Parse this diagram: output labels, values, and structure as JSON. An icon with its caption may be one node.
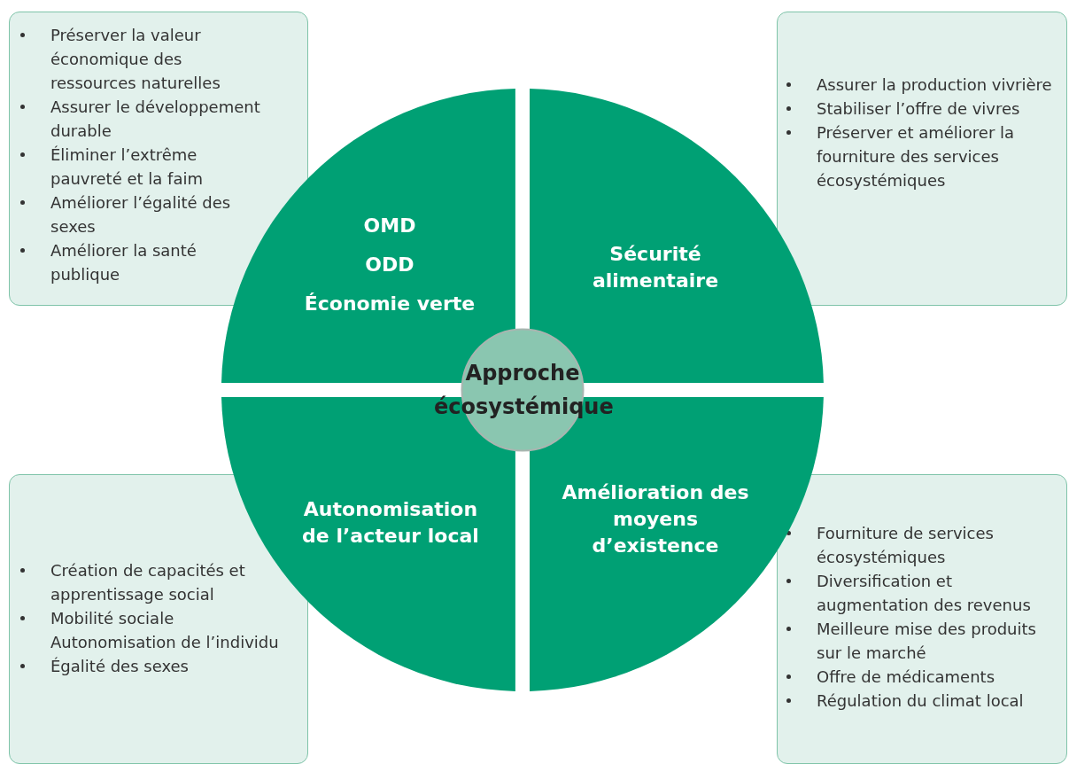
{
  "diagram": {
    "nodes": [
      {
        "text": [
          "Préserver la valeur économique des ressources naturelles",
          "Assurer le développement durable",
          "Éliminer l’extrême pauvreté et la faim",
          "Améliorer l’égalité des sexes",
          "Améliorer la santé publique"
        ]
      },
      {
        "text": [
          "Assurer la production vivrière",
          "Stabiliser l’offre de vivres",
          "Préserver et améliorer la fourniture des services écosystémiques"
        ]
      },
      {
        "text": [
          "Création de capacités et apprentissage social",
          "Mobilité sociale Autonomisation de l’individu",
          "Égalité des sexes"
        ]
      },
      {
        "text": [
          "Fourniture de services écosystémiques",
          "Diversification et augmentation des revenus",
          "Meilleure mise des produits sur le marché",
          "Offre de médicaments",
          "Régulation du climat local"
        ]
      },
      {
        "text": [
          "OMD",
          "ODD",
          "Économie verte"
        ]
      },
      {
        "text": [
          "Sécurité alimentaire"
        ]
      },
      {
        "text": [
          "Autonomisation de l’acteur local"
        ]
      },
      {
        "text": [
          "Amélioration des moyens d’existence"
        ]
      },
      {
        "text": [
          "Approche écosystémique"
        ]
      }
    ],
    "edges": []
  }
}
